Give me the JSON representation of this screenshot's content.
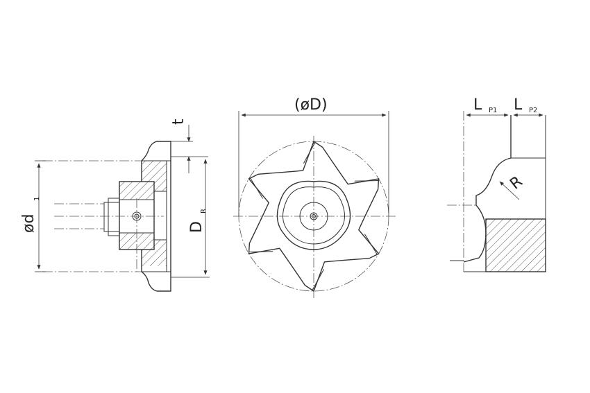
{
  "views": {
    "side": {
      "label_bore": "ød",
      "label_bore_sub": "1",
      "label_thickness": "t",
      "label_diameter": "D",
      "label_diameter_sub": "R"
    },
    "front": {
      "label_outer": "(øD)"
    },
    "profile": {
      "label_lp1": "L",
      "label_lp1_sub": "P1",
      "label_lp2": "L",
      "label_lp2_sub": "P2",
      "label_radius": "R"
    }
  },
  "colors": {
    "line": "#333333",
    "background": "#ffffff"
  }
}
